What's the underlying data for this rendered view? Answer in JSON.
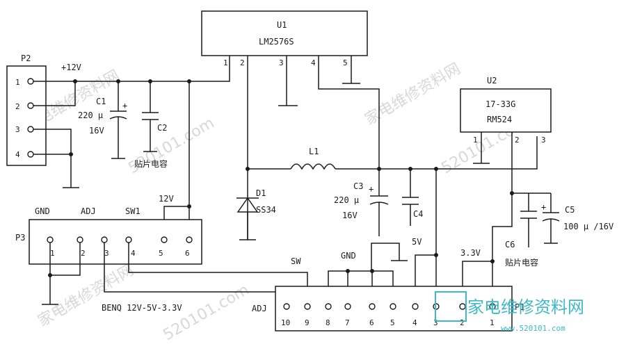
{
  "u1": {
    "ref": "U1",
    "part": "LM2576S",
    "pins": [
      "1",
      "2",
      "3",
      "4",
      "5"
    ]
  },
  "u2": {
    "ref": "U2",
    "part_line1": "17-33G",
    "part_line2": "RM524",
    "pins": [
      "1",
      "2",
      "3"
    ]
  },
  "p2": {
    "ref": "P2",
    "pins": [
      "1",
      "2",
      "3",
      "4"
    ],
    "net": "+12V"
  },
  "p3": {
    "ref": "P3",
    "pins": [
      "1",
      "2",
      "3",
      "4",
      "5",
      "6"
    ],
    "labels": [
      "GND",
      "ADJ",
      "SW1",
      "12V"
    ]
  },
  "p1": {
    "ref": "P1",
    "pins": [
      "10",
      "9",
      "8",
      "7",
      "6",
      "5",
      "4",
      "3",
      "2",
      "1"
    ],
    "adj": "ADJ"
  },
  "c1": {
    "ref": "C1",
    "value": "220 μ",
    "voltage": "16V",
    "plus": "+"
  },
  "c2": {
    "ref": "C2",
    "note": "贴片电容"
  },
  "l1": {
    "ref": "L1"
  },
  "d1": {
    "ref": "D1",
    "part": "SS34"
  },
  "c3": {
    "ref": "C3",
    "value": "220 μ",
    "voltage": "16V",
    "plus": "+"
  },
  "c4": {
    "ref": "C4"
  },
  "c5": {
    "ref": "C5",
    "value": "100 μ /16V",
    "plus": "+"
  },
  "c6": {
    "ref": "C6",
    "note": "贴片电容"
  },
  "nets": {
    "sw": "SW",
    "gnd": "GND",
    "v5": "5V",
    "v33": "3.3V"
  },
  "caption": "BENQ 12V-5V-3.3V",
  "watermark": {
    "text": "家电维修资料网",
    "url": "520101.com",
    "logo": "家电维修资料网",
    "logo_url": "www.520101.com"
  }
}
